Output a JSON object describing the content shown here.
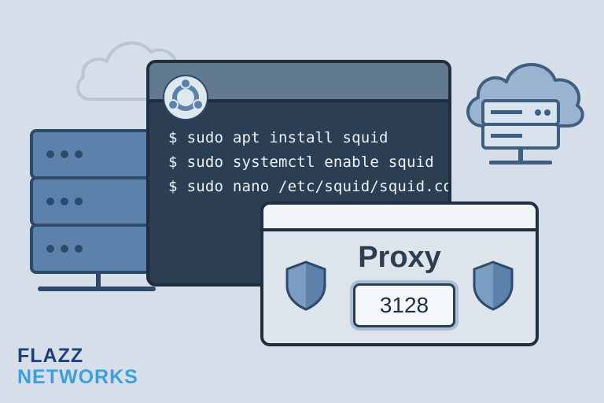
{
  "terminal": {
    "commands": [
      {
        "prompt": "$",
        "text": "sudo apt install squid"
      },
      {
        "prompt": "$",
        "text": "sudo systemctl enable squid"
      },
      {
        "prompt": "$",
        "text": "sudo nano /etc/squid/squid.conf"
      }
    ],
    "logo_icon": "ubuntu-logo-icon"
  },
  "proxy": {
    "title": "Proxy",
    "port": "3128",
    "icons": [
      "shield-icon",
      "shield-icon"
    ]
  },
  "brand": {
    "line1": "FLAZZ",
    "line2": "NETWORKS"
  },
  "decor_icons": [
    "cloud-outline-icon",
    "server-rack-icon",
    "cloud-server-icon"
  ],
  "colors": {
    "background": "#d6dfe9",
    "terminal_bg": "#2c3e52",
    "accent_blue": "#5a7fa6",
    "brand_dark": "#1f3f7a",
    "brand_light": "#3b9fe0"
  }
}
